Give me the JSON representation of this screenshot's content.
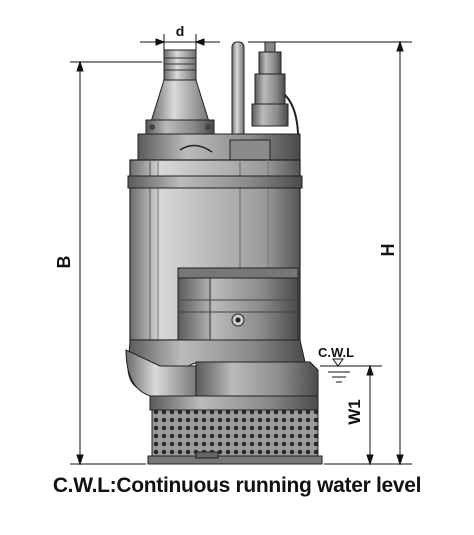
{
  "diagram": {
    "labels": {
      "d": "d",
      "B": "B",
      "H": "H",
      "W1": "W1",
      "cwl": "C.W.L"
    },
    "caption": "C.W.L:Continuous running water level"
  }
}
